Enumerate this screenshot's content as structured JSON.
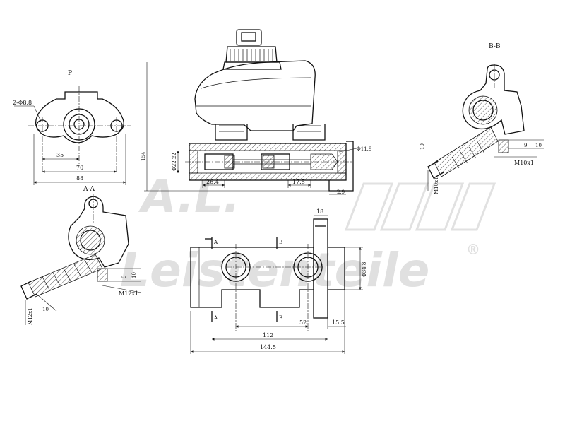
{
  "labels": {
    "view_p": "P",
    "view_aa": "A-A",
    "view_bb": "B-B",
    "section_a": "A",
    "section_b": "B"
  },
  "dims": {
    "holes": "2-Φ8.8",
    "d35": "35",
    "d70": "70",
    "d88": "88",
    "d154": "154",
    "bore": "Φ22.22",
    "d26_4": "26.4",
    "d17_5": "17.5",
    "d2_9": "2.9",
    "d11_9": "Φ11.9",
    "d18": "18",
    "d34_8": "Φ34.8",
    "d112": "112",
    "d52": "52",
    "d15_5": "15.5",
    "d144_5": "144.5",
    "aa_9": "9",
    "aa_10": "10",
    "aa_m12a": "M12x1",
    "aa_10b": "10",
    "aa_m12b": "M12x1",
    "bb_10": "10",
    "bb_9": "9",
    "bb_10b": "10",
    "bb_m10a": "M10x1",
    "bb_m10b": "M10x1"
  },
  "watermark": {
    "text_script": "A.L.",
    "text_main": "Leistenteile",
    "reg": "®"
  }
}
